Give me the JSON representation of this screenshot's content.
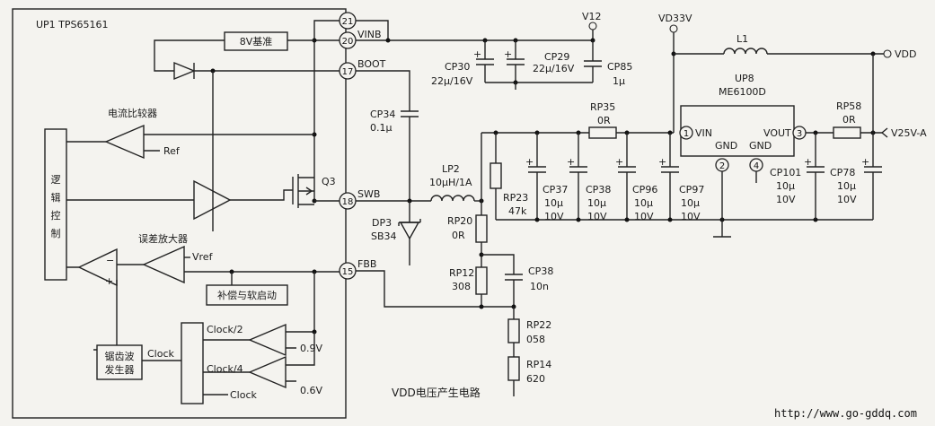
{
  "ic": {
    "name": "UP1 TPS65161"
  },
  "pins": {
    "p21": "21",
    "p20": "20",
    "p17": "17",
    "p18": "18",
    "p15": "15"
  },
  "pin_labels": {
    "vinb": "VINB",
    "boot": "BOOT",
    "swb": "SWB",
    "fbb": "FBB"
  },
  "blocks": {
    "ref8v": "8V基准",
    "current_comparator": "电流比较器",
    "ref": "Ref",
    "q3": "Q3",
    "logic": [
      "逻",
      "辑",
      "控",
      "制"
    ],
    "error_amp": "误差放大器",
    "vref": "Vref",
    "comp_softstart": "补偿与软启动",
    "sawtooth": [
      "锯齿波",
      "发生器"
    ],
    "clock": "Clock",
    "clock2": "Clock/2",
    "clock4": "Clock/4",
    "clock_in": "Clock",
    "v09": "0.9V",
    "v06": "0.6V"
  },
  "nets": {
    "v12": "V12",
    "vd33v": "VD33V",
    "vdd": "VDD",
    "v25": "V25V-A"
  },
  "components": {
    "cp30": [
      "CP30",
      "22μ/16V"
    ],
    "cp29": [
      "CP29",
      "22μ/16V"
    ],
    "cp85": [
      "CP85",
      "1μ"
    ],
    "cp34": [
      "CP34",
      "0.1μ"
    ],
    "lp2": [
      "LP2",
      "10μH/1A"
    ],
    "dp3": [
      "DP3",
      "SB34"
    ],
    "rp20": [
      "RP20",
      "0R"
    ],
    "rp12": [
      "RP12",
      "308"
    ],
    "cp38b": [
      "CP38",
      "10n"
    ],
    "rp22": [
      "RP22",
      "058"
    ],
    "rp14": [
      "RP14",
      "620"
    ],
    "rp35": [
      "RP35",
      "0R"
    ],
    "rp23": [
      "RP23",
      "47k"
    ],
    "cp37": [
      "CP37",
      "10μ",
      "10V"
    ],
    "cp38": [
      "CP38",
      "10μ",
      "10V"
    ],
    "cp96": [
      "CP96",
      "10μ",
      "10V"
    ],
    "cp97": [
      "CP97",
      "10μ",
      "10V"
    ],
    "l1": "L1",
    "up8": [
      "UP8",
      "ME6100D"
    ],
    "up8_pins": {
      "vin": "VIN",
      "gnd1": "GND",
      "gnd2": "GND",
      "vout": "VOUT",
      "n1": "1",
      "n2": "2",
      "n3": "3",
      "n4": "4"
    },
    "rp58": [
      "RP58",
      "0R"
    ],
    "cp101": [
      "CP101",
      "10μ",
      "10V"
    ],
    "cp78": [
      "CP78",
      "10μ",
      "10V"
    ]
  },
  "caption": "VDD电压产生电路",
  "watermark": "http://www.go-gddq.com"
}
